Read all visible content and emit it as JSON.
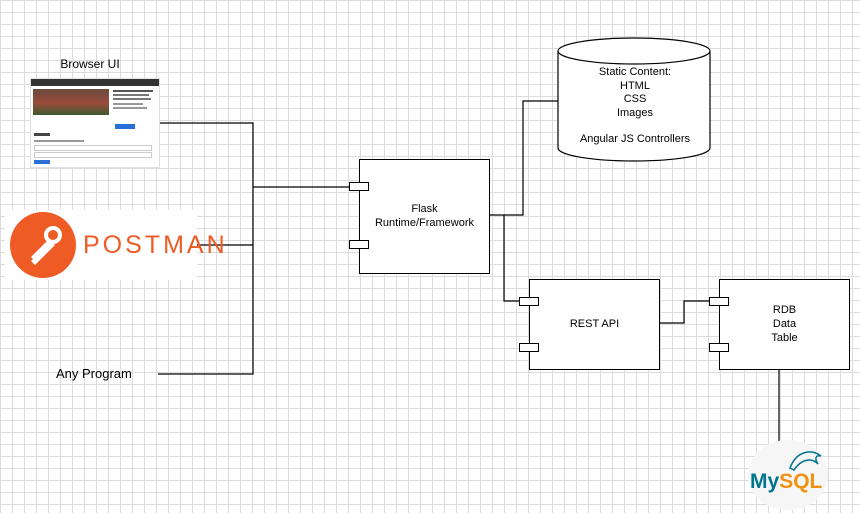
{
  "clients": {
    "browser_label": "Browser UI",
    "postman_label": "POSTMAN",
    "any_program_label": "Any Program"
  },
  "flask": {
    "line1": "Flask",
    "line2": "Runtime/Framework"
  },
  "static_content": {
    "line1": "Static Content:",
    "line2": "HTML",
    "line3": "CSS",
    "line4": "Images",
    "line5": "Angular JS Controllers"
  },
  "rest_api": {
    "label": "REST API"
  },
  "rdb": {
    "line1": "RDB",
    "line2": "Data",
    "line3": "Table"
  },
  "mysql": {
    "logo_text": "MySQL"
  },
  "colors": {
    "postman_orange": "#ef5b25",
    "mysql_blue": "#00758f",
    "mysql_orange": "#f29111",
    "grid": "#dcdcdc"
  }
}
